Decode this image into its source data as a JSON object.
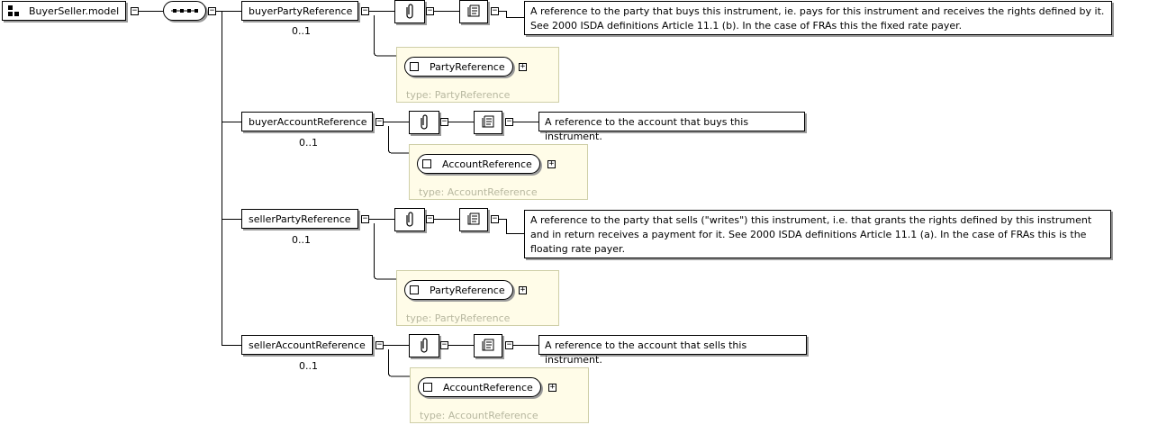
{
  "root": {
    "label": "BuyerSeller.model"
  },
  "elements": [
    {
      "name": "buyerPartyReference",
      "occurrence": "0..1",
      "documentation": "A reference to the party that buys this instrument, ie. pays for this instrument and receives the rights defined by it. See 2000 ISDA definitions Article 11.1 (b). In the case of FRAs this the fixed rate payer.",
      "type_ref": "PartyReference",
      "type_label": "type: PartyReference"
    },
    {
      "name": "buyerAccountReference",
      "occurrence": "0..1",
      "documentation": "A reference to the account that buys this instrument.",
      "type_ref": "AccountReference",
      "type_label": "type: AccountReference"
    },
    {
      "name": "sellerPartyReference",
      "occurrence": "0..1",
      "documentation": "A reference to the party that sells (\"writes\") this instrument, i.e. that grants the rights defined by this instrument and in return receives a payment for it. See 2000 ISDA definitions Article 11.1 (a). In the case of FRAs this is the floating rate payer.",
      "type_ref": "PartyReference",
      "type_label": "type: PartyReference"
    },
    {
      "name": "sellerAccountReference",
      "occurrence": "0..1",
      "documentation": "A reference to the account that sells this instrument.",
      "type_ref": "AccountReference",
      "type_label": "type: AccountReference"
    }
  ],
  "symbols": {
    "collapse": "−",
    "expand": "+"
  }
}
